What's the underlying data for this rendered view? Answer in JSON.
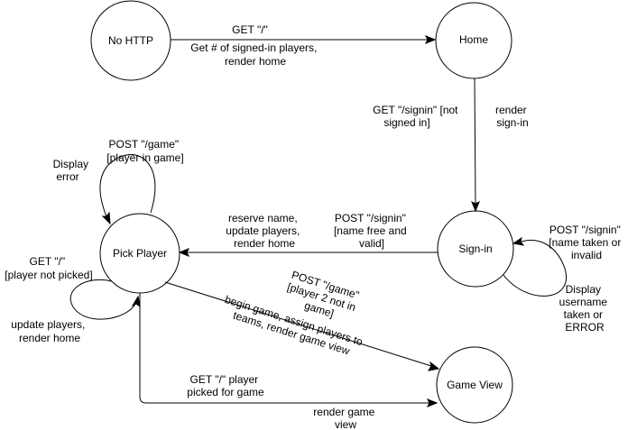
{
  "states": {
    "no_http": "No HTTP",
    "home": "Home",
    "sign_in": "Sign-in",
    "pick_player": "Pick Player",
    "game_view": "Game View"
  },
  "transitions": {
    "no_http_to_home": {
      "trigger": "GET \"/\"",
      "action": [
        "Get # of signed-in players,",
        "render home"
      ]
    },
    "home_to_signin": {
      "trigger": [
        "GET \"/signin\" [not",
        "signed in]"
      ],
      "action": [
        "render",
        "sign-in"
      ]
    },
    "signin_self": {
      "trigger": [
        "POST \"/signin\"",
        "[name taken or",
        "invalid"
      ],
      "action": [
        "Display",
        "username",
        "taken or",
        "ERROR"
      ]
    },
    "signin_to_pick": {
      "trigger": [
        "POST \"/signin\"",
        "[name free and",
        "valid]"
      ],
      "action": [
        "reserve name,",
        "update players,",
        "render home"
      ]
    },
    "pick_self_game": {
      "trigger": [
        "POST \"/game\"",
        "[player in game]"
      ],
      "action": [
        "Display",
        "error"
      ]
    },
    "pick_self_get": {
      "trigger": [
        "GET \"/\"",
        "[player not picked]"
      ],
      "action": [
        "update players,",
        "render home"
      ]
    },
    "pick_to_game_post": {
      "trigger": [
        "POST \"/game\"",
        "[player 2 not in",
        "game]"
      ],
      "action": [
        "begin game, assign players to",
        "teams, render game view"
      ]
    },
    "pick_to_game_get": {
      "trigger": [
        "GET \"/\" player",
        "picked for game"
      ],
      "action": [
        "render game",
        "view"
      ]
    }
  }
}
